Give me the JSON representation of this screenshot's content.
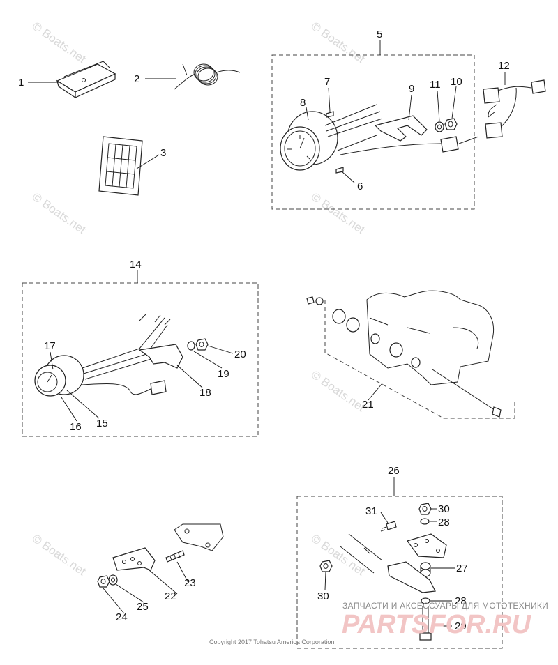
{
  "callouts": {
    "c1": "1",
    "c2": "2",
    "c3": "3",
    "c5": "5",
    "c6": "6",
    "c7": "7",
    "c8": "8",
    "c9": "9",
    "c10": "10",
    "c11": "11",
    "c12": "12",
    "c14": "14",
    "c15": "15",
    "c16": "16",
    "c17": "17",
    "c18": "18",
    "c19": "19",
    "c20": "20",
    "c21": "21",
    "c22": "22",
    "c23": "23",
    "c24": "24",
    "c25": "25",
    "c26": "26",
    "c27": "27",
    "c28a": "28",
    "c28b": "28",
    "c29": "29",
    "c30a": "30",
    "c30b": "30",
    "c31": "31"
  },
  "watermark": {
    "text": "© Boats.net"
  },
  "footer": {
    "copyright": "Copyright 2017 Tohatsu America Corporation"
  },
  "brand": {
    "tagline": "ЗАПЧАСТИ И АКСЕССУАРЫ ДЛЯ МОТОТЕХНИКИ",
    "logo": "PARTSFOR.RU",
    "logo_color": "#f2c5c5"
  }
}
